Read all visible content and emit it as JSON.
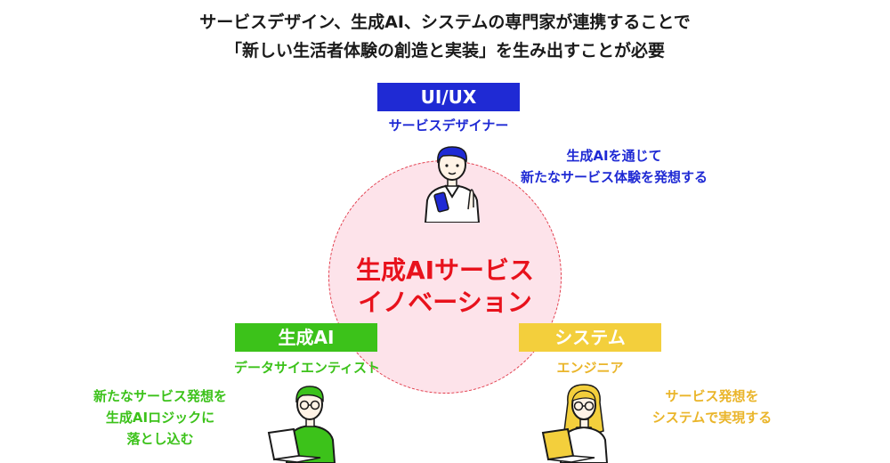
{
  "headline": {
    "line1": "サービスデザイン、生成AI、システムの専門家が連携することで",
    "line2": "「新しい生活者体験の創造と実装」を生み出すことが必要"
  },
  "center": {
    "line1": "生成AIサービス",
    "line2": "イノベーション"
  },
  "roles": {
    "uiux": {
      "tag": "UI/UX",
      "role": "サービスデザイナー",
      "desc_lines": [
        "生成AIを通じて",
        "新たなサービス体験を発想する"
      ],
      "color": "#1f2ad4"
    },
    "ai": {
      "tag": "生成AI",
      "role": "データサイエンティスト",
      "desc_lines": [
        "新たなサービス発想を",
        "生成AIロジックに",
        "落とし込む"
      ],
      "color": "#3cc21a"
    },
    "system": {
      "tag": "システム",
      "role": "エンジニア",
      "desc_lines": [
        "サービス発想を",
        "システムで実現する"
      ],
      "color": "#eab52a"
    }
  },
  "colors": {
    "center_text": "#e8121c",
    "circle_fill": "#fde3ea",
    "circle_border": "#e23b4a"
  },
  "icons": {
    "uiux": "designer-with-smartphone-icon",
    "ai": "data-scientist-with-laptop-icon",
    "system": "engineer-with-laptop-icon"
  }
}
